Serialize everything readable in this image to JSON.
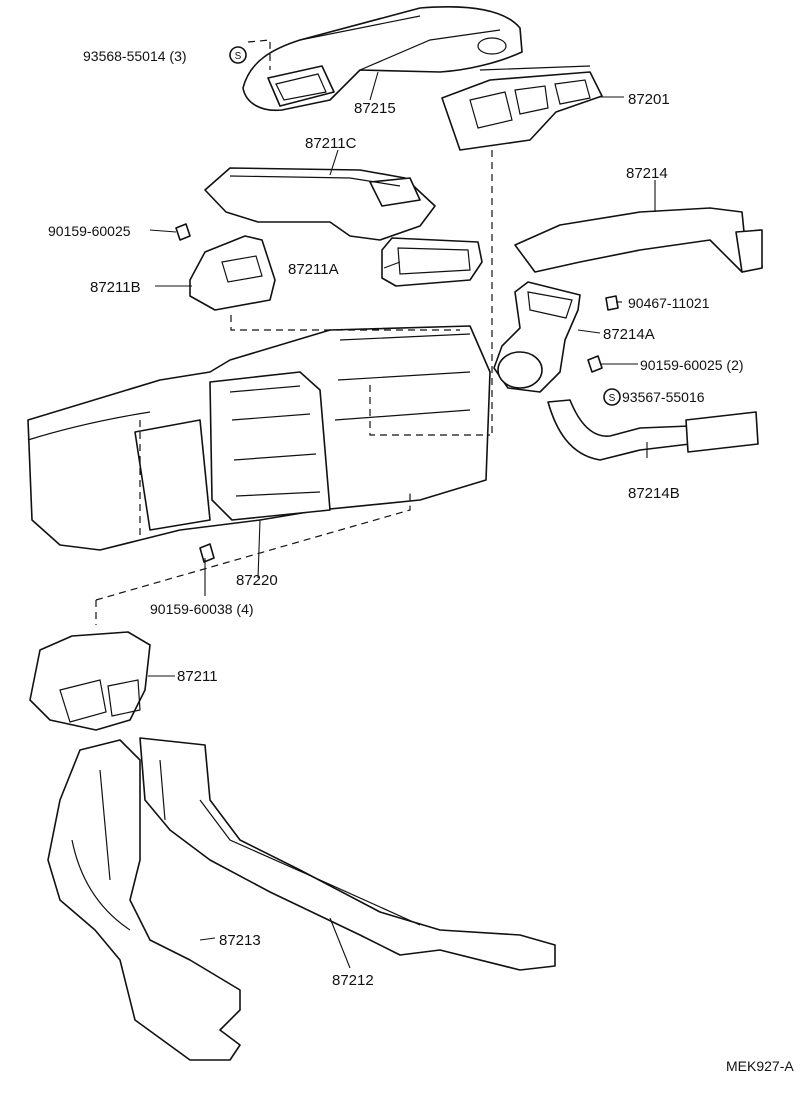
{
  "diagram": {
    "code": "MEK927-A",
    "symbol": "S",
    "labels": {
      "p87215": "87215",
      "p87201": "87201",
      "p87211C": "87211C",
      "p87214": "87214",
      "p87211A": "87211A",
      "p87211B": "87211B",
      "p87214A": "87214A",
      "p87214B": "87214B",
      "p87220": "87220",
      "p87211": "87211",
      "p87213": "87213",
      "p87212": "87212",
      "s93568": "93568-55014 (3)",
      "s90159_25": "90159-60025",
      "s90467": "90467-11021",
      "s90159_25_2": "90159-60025 (2)",
      "s93567": "93567-55016",
      "s90159_38": "90159-60038 (4)"
    }
  }
}
